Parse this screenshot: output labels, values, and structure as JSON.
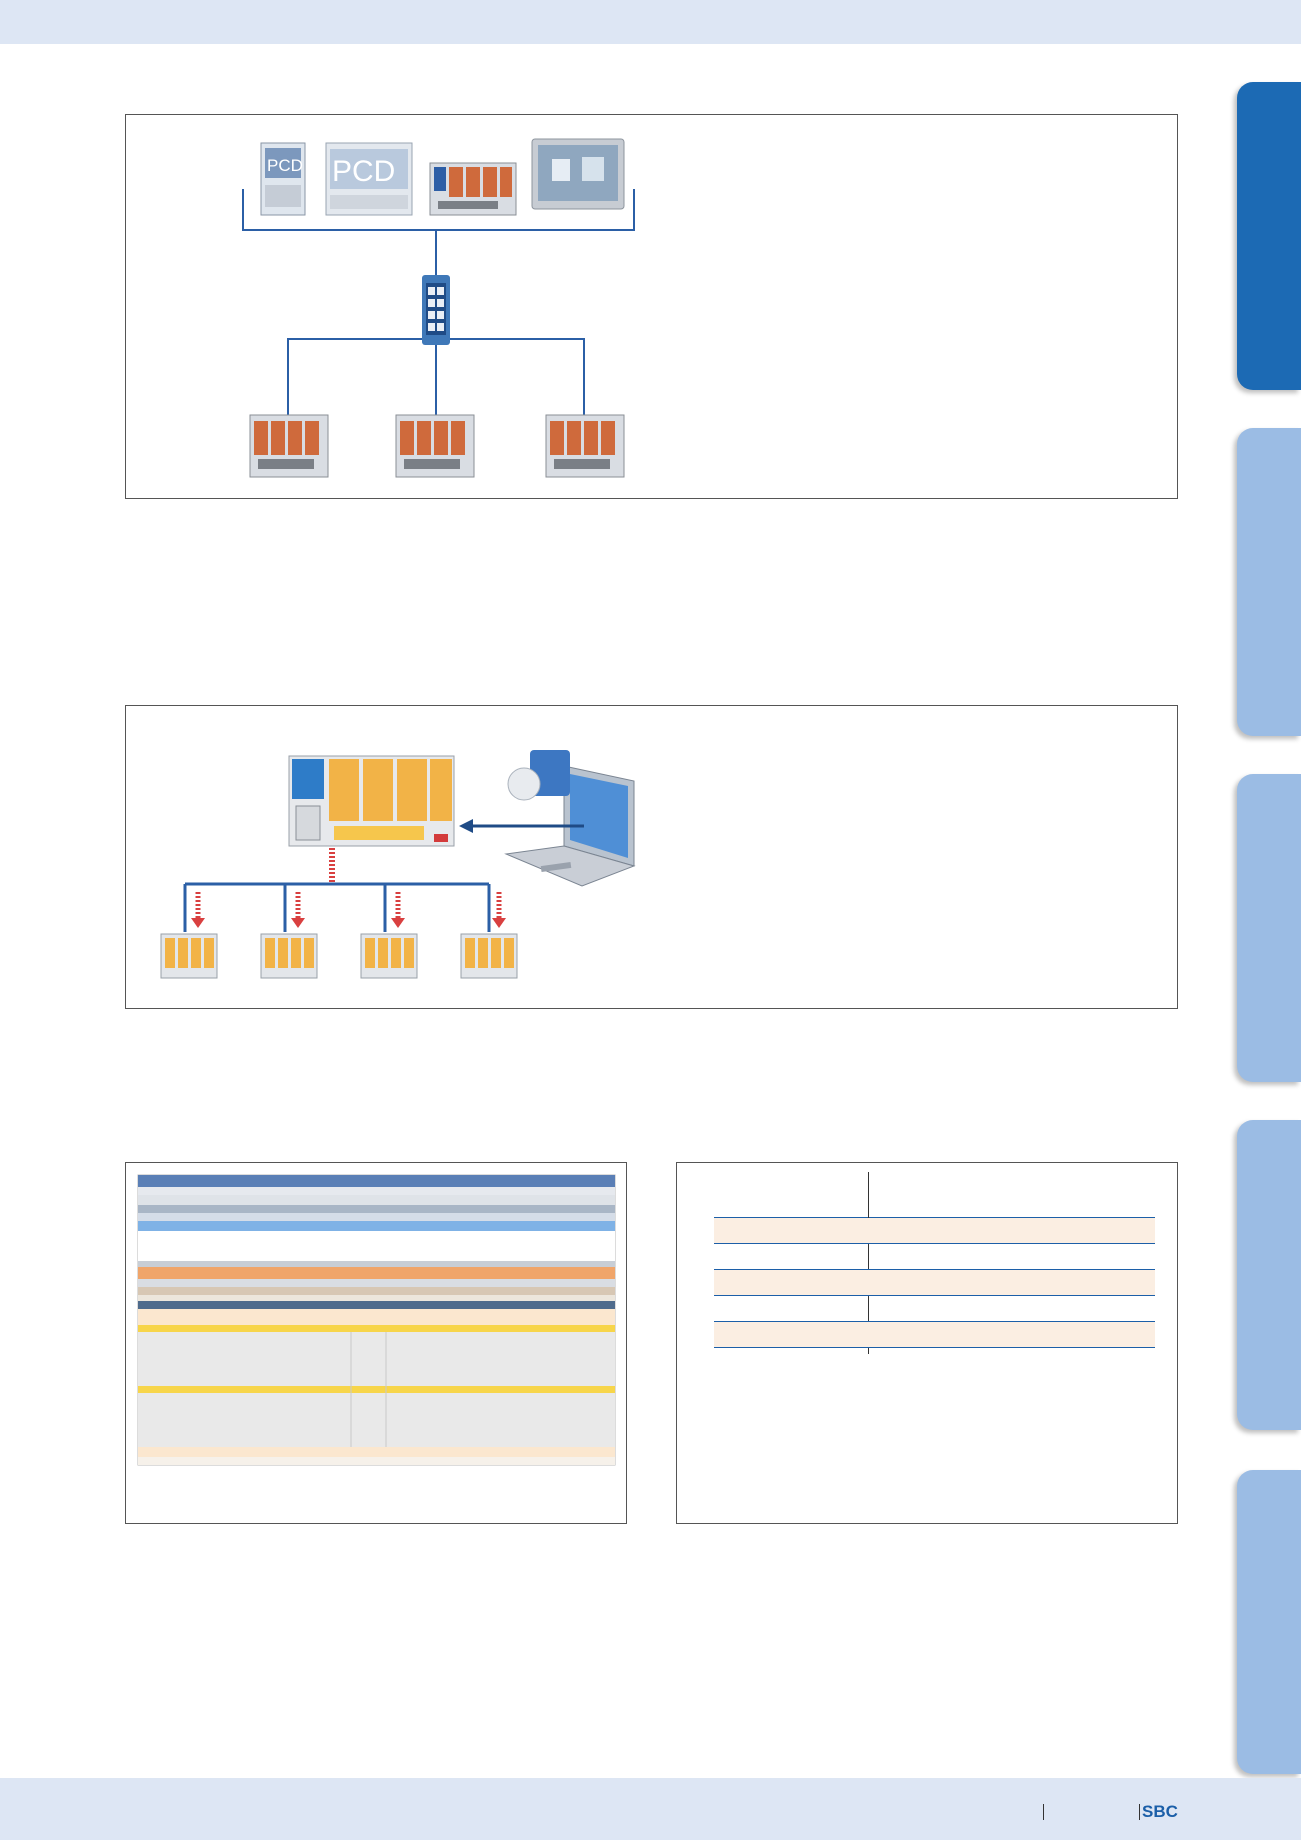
{
  "page": {
    "brand": "SBC"
  },
  "side_tabs": [
    {
      "state": "active"
    },
    {
      "state": "inactive"
    },
    {
      "state": "inactive"
    },
    {
      "state": "inactive"
    },
    {
      "state": "inactive"
    }
  ],
  "figures": {
    "network_top": {
      "device_labels": [
        "PCD",
        "PCD"
      ]
    },
    "programming": {},
    "screenshot": {},
    "table": {
      "rows": 5,
      "shaded_rows": [
        0,
        2,
        4
      ]
    }
  },
  "colors": {
    "header_band": "#dde6f4",
    "active_tab": "#1c6ab4",
    "inactive_tab": "#9bbce4",
    "network_line": "#2b5fa6",
    "table_rule": "#1c5fa8",
    "table_shade": "#fbeee2",
    "highlight_row": "#f7d54a"
  }
}
